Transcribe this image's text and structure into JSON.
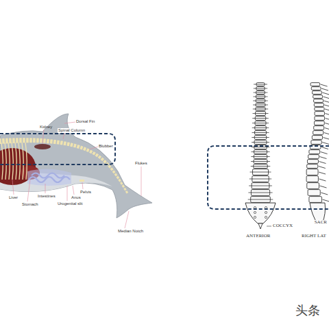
{
  "diagram": {
    "labels": [
      "Dorsal Fin",
      "Kidney",
      "Spinal Column",
      "Blubber",
      "Flukes",
      "Liver",
      "Stomach",
      "Intestines",
      "Urogenital slit",
      "Anus",
      "Pelvis",
      "Median Notch",
      "COCCYX",
      "SACR",
      "ANTERIOR",
      "RIGHT LAT",
      "头条"
    ]
  }
}
